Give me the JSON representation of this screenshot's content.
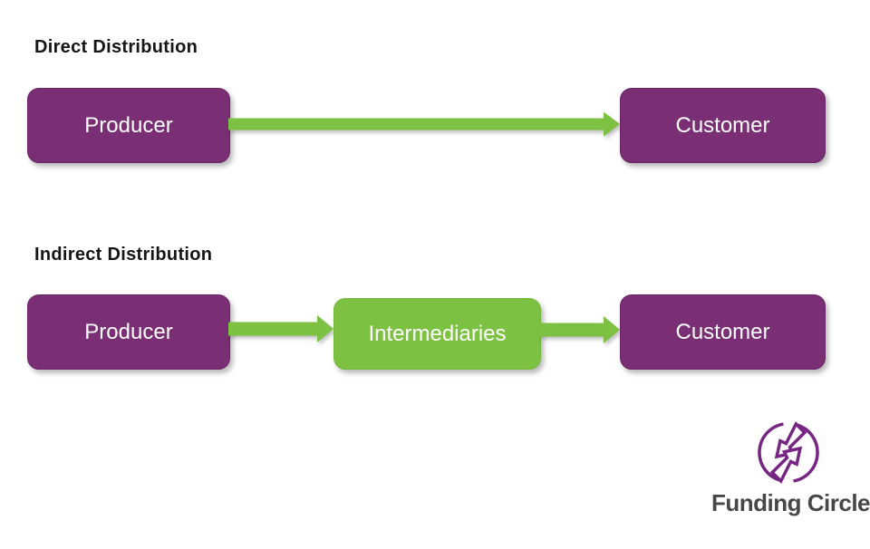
{
  "colors": {
    "background": "#ffffff",
    "purple": "#7a2e74",
    "green": "#7cc142",
    "heading_text": "#151515",
    "node_text": "#ffffff",
    "logo_purple": "#772583",
    "logo_text": "#474747"
  },
  "sections": [
    {
      "heading": "Direct Distribution",
      "nodes": [
        {
          "label": "Producer",
          "color": "purple"
        },
        {
          "label": "Customer",
          "color": "purple"
        }
      ],
      "flows": [
        {
          "from": "Producer",
          "to": "Customer"
        }
      ]
    },
    {
      "heading": "Indirect Distribution",
      "nodes": [
        {
          "label": "Producer",
          "color": "purple"
        },
        {
          "label": "Intermediaries",
          "color": "green"
        },
        {
          "label": "Customer",
          "color": "purple"
        }
      ],
      "flows": [
        {
          "from": "Producer",
          "to": "Intermediaries"
        },
        {
          "from": "Intermediaries",
          "to": "Customer"
        }
      ]
    }
  ],
  "logo": {
    "company": "Funding Circle",
    "icon": "funding-circle-arrows-icon"
  }
}
